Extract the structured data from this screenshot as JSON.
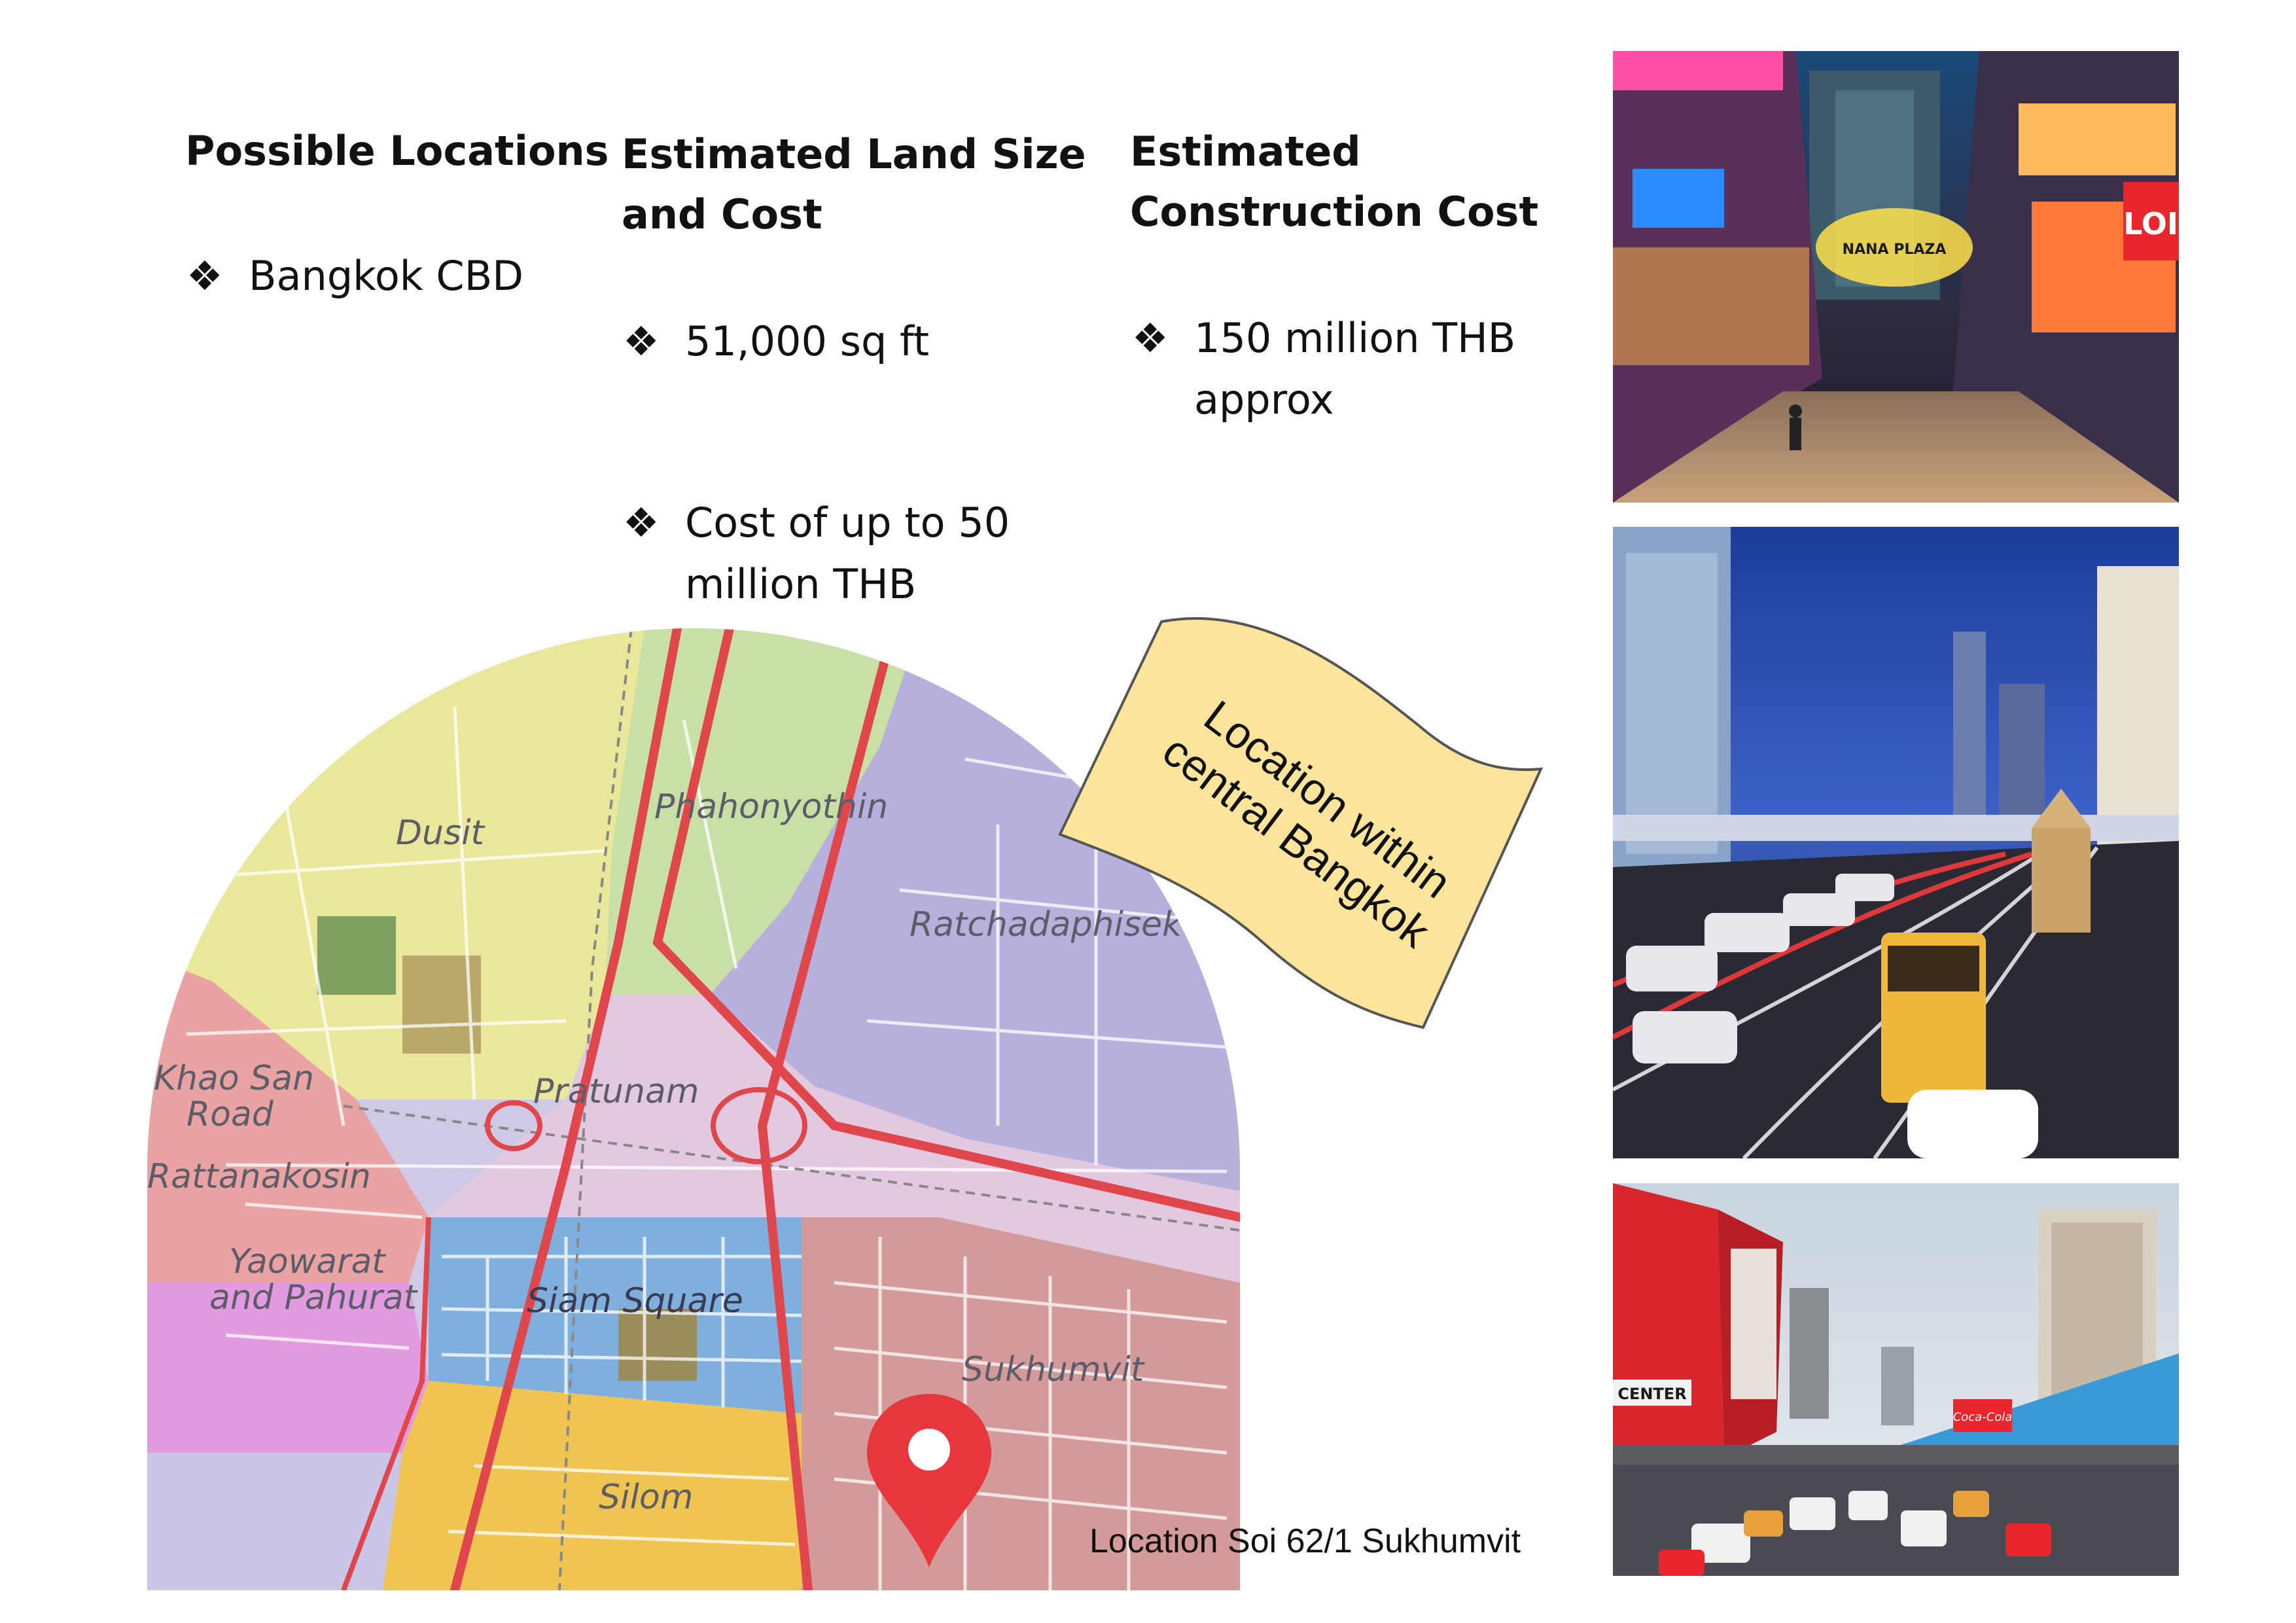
{
  "columns": {
    "locations": {
      "heading": "Possible Locations",
      "bullets": [
        "Bangkok CBD"
      ]
    },
    "land": {
      "heading_line1": "Estimated Land Size",
      "heading_line2": "and Cost",
      "bullet1": "51,000 sq ft",
      "bullet2_line1": "Cost of up to 50",
      "bullet2_line2": "million THB"
    },
    "construction": {
      "heading_line1": "Estimated",
      "heading_line2": "Construction Cost",
      "bullet_line1": "150 million THB",
      "bullet_line2": "approx"
    }
  },
  "bullet_glyph": "❖",
  "map": {
    "districts": {
      "dusit": "Dusit",
      "phahonyothin": "Phahonyothin",
      "ratchadaphisek": "Ratchadaphisek",
      "khaosan_1": "Khao San",
      "khaosan_2": "Road",
      "rattanakosin": "Rattanakosin",
      "pratunam": "Pratunam",
      "yaowarat_1": "Yaowarat",
      "yaowarat_2": "and Pahurat",
      "siam": "Siam Square",
      "sukhumvit": "Sukhumvit",
      "silom": "Silom"
    },
    "caption": "Location Soi 62/1 Sukhumvit",
    "pin_icon": "map-pin-icon"
  },
  "flag": {
    "line1": "Location within",
    "line2": "central Bangkok"
  },
  "photos": {
    "photo1_sign1": "NANA PLAZA",
    "photo1_sign2": "LOI",
    "photo3_sign": "Coca-Cola",
    "photo3_sign2": "CENTER"
  },
  "colors": {
    "dusit_zone": "#e8e79a",
    "phahonyothin_zone": "#c8e0a6",
    "ratchada_zone": "#b7b0dd",
    "pratunam_zone": "#e3c9e0",
    "siam_zone": "#7fb0dd",
    "sukhumvit_zone": "#d49a9a",
    "silom_zone": "#f0c450",
    "old_town_zone": "#e9a3a3",
    "yaowarat_zone": "#e39be0",
    "river_zone": "#c9c6e8",
    "main_road": "#e0474c",
    "flag_fill": "#fce59a",
    "pin": "#e8373c"
  }
}
